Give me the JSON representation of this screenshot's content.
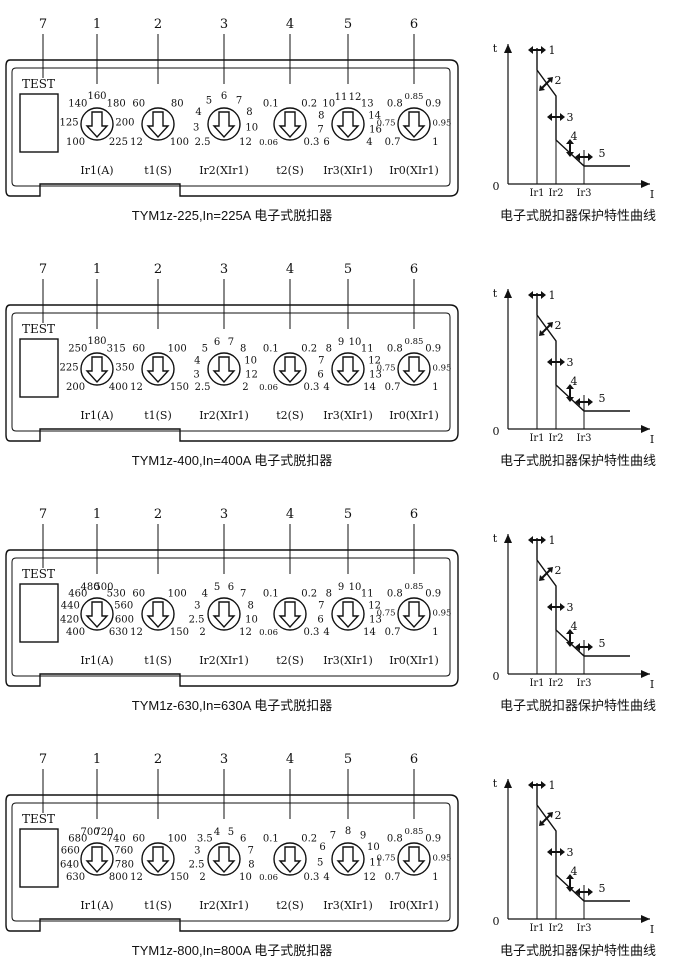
{
  "sections": [
    {
      "caption": "TYM1z-225,In=225A  电子式脱扣器",
      "curve_caption": "电子式脱扣器保护特性曲线",
      "test_label": "TEST",
      "callouts": [
        "7",
        "1",
        "2",
        "3",
        "4",
        "5",
        "6"
      ],
      "dials": [
        {
          "bottom_label": "Ir1(A)",
          "ticks": [
            "100",
            "125",
            "140",
            "160",
            "180",
            "200",
            "225"
          ]
        },
        {
          "bottom_label": "t1(S)",
          "ticks": [
            "12",
            "60",
            "80",
            "100"
          ]
        },
        {
          "bottom_label": "Ir2(XIr1)",
          "ticks": [
            "2.5",
            "3",
            "4",
            "5",
            "6",
            "7",
            "8",
            "10",
            "12"
          ]
        },
        {
          "bottom_label": "t2(S)",
          "ticks": [
            "0.06",
            "0.1",
            "0.2",
            "0.3"
          ]
        },
        {
          "bottom_label": "Ir3(XIr1)",
          "ticks": [
            "6",
            "7",
            "8",
            "10",
            "11",
            "12",
            "13",
            "14",
            "16",
            "4"
          ]
        },
        {
          "bottom_label": "Ir0(XIr1)",
          "ticks": [
            "0.7",
            "0.75",
            "0.8",
            "0.85",
            "0.9",
            "0.95",
            "1"
          ]
        }
      ],
      "curve": {
        "t": "t",
        "I": "I",
        "origin": "0",
        "x_ticks": [
          "Ir1",
          "Ir2",
          "Ir3"
        ],
        "segments": [
          "1",
          "2",
          "3",
          "4",
          "5"
        ]
      }
    },
    {
      "caption": "TYM1z-400,In=400A  电子式脱扣器",
      "curve_caption": "电子式脱扣器保护特性曲线",
      "test_label": "TEST",
      "callouts": [
        "7",
        "1",
        "2",
        "3",
        "4",
        "5",
        "6"
      ],
      "dials": [
        {
          "bottom_label": "Ir1(A)",
          "ticks": [
            "200",
            "225",
            "250",
            "180",
            "315",
            "350",
            "400"
          ]
        },
        {
          "bottom_label": "t1(S)",
          "ticks": [
            "12",
            "60",
            "100",
            "150"
          ]
        },
        {
          "bottom_label": "Ir2(XIr1)",
          "ticks": [
            "2.5",
            "3",
            "4",
            "5",
            "6",
            "7",
            "8",
            "10",
            "12",
            "2"
          ]
        },
        {
          "bottom_label": "t2(S)",
          "ticks": [
            "0.06",
            "0.1",
            "0.2",
            "0.3"
          ]
        },
        {
          "bottom_label": "Ir3(XIr1)",
          "ticks": [
            "4",
            "6",
            "7",
            "8",
            "9",
            "10",
            "11",
            "12",
            "13",
            "14"
          ]
        },
        {
          "bottom_label": "Ir0(XIr1)",
          "ticks": [
            "0.7",
            "0.75",
            "0.8",
            "0.85",
            "0.9",
            "0.95",
            "1"
          ]
        }
      ],
      "curve": {
        "t": "t",
        "I": "I",
        "origin": "0",
        "x_ticks": [
          "Ir1",
          "Ir2",
          "Ir3"
        ],
        "segments": [
          "1",
          "2",
          "3",
          "4",
          "5"
        ]
      }
    },
    {
      "caption": "TYM1z-630,In=630A  电子式脱扣器",
      "curve_caption": "电子式脱扣器保护特性曲线",
      "test_label": "TEST",
      "callouts": [
        "7",
        "1",
        "2",
        "3",
        "4",
        "5",
        "6"
      ],
      "dials": [
        {
          "bottom_label": "Ir1(A)",
          "ticks": [
            "400",
            "420",
            "440",
            "460",
            "480",
            "500",
            "530",
            "560",
            "600",
            "630"
          ]
        },
        {
          "bottom_label": "t1(S)",
          "ticks": [
            "12",
            "60",
            "100",
            "150"
          ]
        },
        {
          "bottom_label": "Ir2(XIr1)",
          "ticks": [
            "2",
            "2.5",
            "3",
            "4",
            "5",
            "6",
            "7",
            "8",
            "10",
            "12"
          ]
        },
        {
          "bottom_label": "t2(S)",
          "ticks": [
            "0.06",
            "0.1",
            "0.2",
            "0.3"
          ]
        },
        {
          "bottom_label": "Ir3(XIr1)",
          "ticks": [
            "4",
            "6",
            "7",
            "8",
            "9",
            "10",
            "11",
            "12",
            "13",
            "14"
          ]
        },
        {
          "bottom_label": "Ir0(XIr1)",
          "ticks": [
            "0.7",
            "0.75",
            "0.8",
            "0.85",
            "0.9",
            "0.95",
            "1"
          ]
        }
      ],
      "curve": {
        "t": "t",
        "I": "I",
        "origin": "0",
        "x_ticks": [
          "Ir1",
          "Ir2",
          "Ir3"
        ],
        "segments": [
          "1",
          "2",
          "3",
          "4",
          "5"
        ]
      }
    },
    {
      "caption": "TYM1z-800,In=800A  电子式脱扣器",
      "curve_caption": "电子式脱扣器保护特性曲线",
      "test_label": "TEST",
      "callouts": [
        "7",
        "1",
        "2",
        "3",
        "4",
        "5",
        "6"
      ],
      "dials": [
        {
          "bottom_label": "Ir1(A)",
          "ticks": [
            "630",
            "640",
            "660",
            "680",
            "700",
            "720",
            "740",
            "760",
            "780",
            "800"
          ]
        },
        {
          "bottom_label": "t1(S)",
          "ticks": [
            "12",
            "60",
            "100",
            "150"
          ]
        },
        {
          "bottom_label": "Ir2(XIr1)",
          "ticks": [
            "2",
            "2.5",
            "3",
            "3.5",
            "4",
            "5",
            "6",
            "7",
            "8",
            "10"
          ]
        },
        {
          "bottom_label": "t2(S)",
          "ticks": [
            "0.06",
            "0.1",
            "0.2",
            "0.3"
          ]
        },
        {
          "bottom_label": "Ir3(XIr1)",
          "ticks": [
            "4",
            "5",
            "6",
            "7",
            "8",
            "9",
            "10",
            "11",
            "12"
          ]
        },
        {
          "bottom_label": "Ir0(XIr1)",
          "ticks": [
            "0.7",
            "0.75",
            "0.8",
            "0.85",
            "0.9",
            "0.95",
            "1"
          ]
        }
      ],
      "curve": {
        "t": "t",
        "I": "I",
        "origin": "0",
        "x_ticks": [
          "Ir1",
          "Ir2",
          "Ir3"
        ],
        "segments": [
          "1",
          "2",
          "3",
          "4",
          "5"
        ]
      }
    }
  ]
}
